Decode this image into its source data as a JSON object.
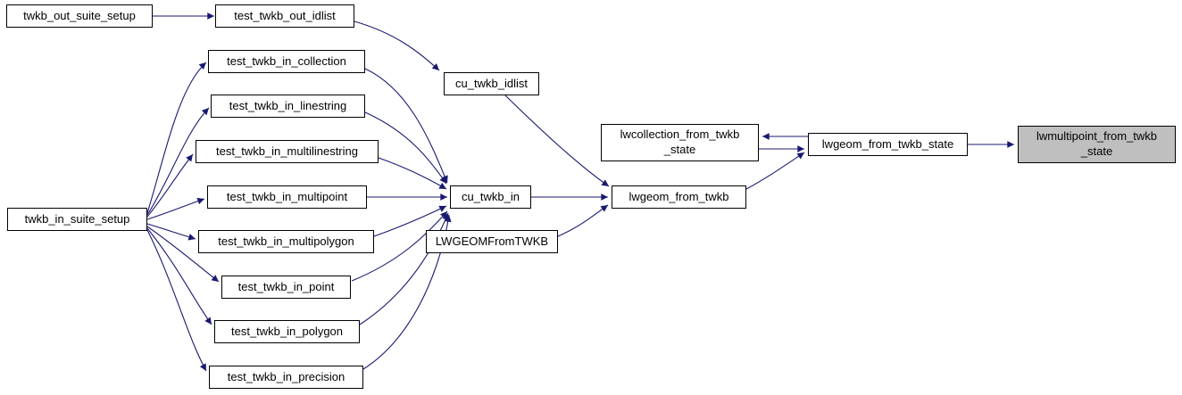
{
  "diagram": {
    "type": "call-graph",
    "colors": {
      "background": "#ffffff",
      "edge": "#191970",
      "node_border": "#000000",
      "node_fill": "#ffffff",
      "highlight_fill": "#bfbfbf",
      "text": "#000000"
    },
    "nodes": [
      {
        "id": "twkb_out_suite_setup",
        "label": "twkb_out_suite_setup",
        "highlighted": false
      },
      {
        "id": "test_twkb_out_idlist",
        "label": "test_twkb_out_idlist",
        "highlighted": false
      },
      {
        "id": "test_twkb_in_collection",
        "label": "test_twkb_in_collection",
        "highlighted": false
      },
      {
        "id": "test_twkb_in_linestring",
        "label": "test_twkb_in_linestring",
        "highlighted": false
      },
      {
        "id": "test_twkb_in_multilinestring",
        "label": "test_twkb_in_multilinestring",
        "highlighted": false
      },
      {
        "id": "test_twkb_in_multipoint",
        "label": "test_twkb_in_multipoint",
        "highlighted": false
      },
      {
        "id": "twkb_in_suite_setup",
        "label": "twkb_in_suite_setup",
        "highlighted": false
      },
      {
        "id": "test_twkb_in_multipolygon",
        "label": "test_twkb_in_multipolygon",
        "highlighted": false
      },
      {
        "id": "test_twkb_in_point",
        "label": "test_twkb_in_point",
        "highlighted": false
      },
      {
        "id": "test_twkb_in_polygon",
        "label": "test_twkb_in_polygon",
        "highlighted": false
      },
      {
        "id": "test_twkb_in_precision",
        "label": "test_twkb_in_precision",
        "highlighted": false
      },
      {
        "id": "cu_twkb_idlist",
        "label": "cu_twkb_idlist",
        "highlighted": false
      },
      {
        "id": "cu_twkb_in",
        "label": "cu_twkb_in",
        "highlighted": false
      },
      {
        "id": "LWGEOMFromTWKB",
        "label": "LWGEOMFromTWKB",
        "highlighted": false
      },
      {
        "id": "lwcollection_from_twkb_state",
        "label": "lwcollection_from_twkb\n_state",
        "highlighted": false
      },
      {
        "id": "lwgeom_from_twkb",
        "label": "lwgeom_from_twkb",
        "highlighted": false
      },
      {
        "id": "lwgeom_from_twkb_state",
        "label": "lwgeom_from_twkb_state",
        "highlighted": false
      },
      {
        "id": "lwmultipoint_from_twkb_state",
        "label": "lwmultipoint_from_twkb\n_state",
        "highlighted": true
      }
    ],
    "edges": [
      {
        "from": "twkb_out_suite_setup",
        "to": "test_twkb_out_idlist"
      },
      {
        "from": "test_twkb_out_idlist",
        "to": "cu_twkb_idlist"
      },
      {
        "from": "cu_twkb_idlist",
        "to": "lwgeom_from_twkb"
      },
      {
        "from": "twkb_in_suite_setup",
        "to": "test_twkb_in_collection"
      },
      {
        "from": "twkb_in_suite_setup",
        "to": "test_twkb_in_linestring"
      },
      {
        "from": "twkb_in_suite_setup",
        "to": "test_twkb_in_multilinestring"
      },
      {
        "from": "twkb_in_suite_setup",
        "to": "test_twkb_in_multipoint"
      },
      {
        "from": "twkb_in_suite_setup",
        "to": "test_twkb_in_multipolygon"
      },
      {
        "from": "twkb_in_suite_setup",
        "to": "test_twkb_in_point"
      },
      {
        "from": "twkb_in_suite_setup",
        "to": "test_twkb_in_polygon"
      },
      {
        "from": "twkb_in_suite_setup",
        "to": "test_twkb_in_precision"
      },
      {
        "from": "test_twkb_in_collection",
        "to": "cu_twkb_in"
      },
      {
        "from": "test_twkb_in_linestring",
        "to": "cu_twkb_in"
      },
      {
        "from": "test_twkb_in_multilinestring",
        "to": "cu_twkb_in"
      },
      {
        "from": "test_twkb_in_multipoint",
        "to": "cu_twkb_in"
      },
      {
        "from": "test_twkb_in_multipolygon",
        "to": "cu_twkb_in"
      },
      {
        "from": "test_twkb_in_point",
        "to": "cu_twkb_in"
      },
      {
        "from": "test_twkb_in_polygon",
        "to": "cu_twkb_in"
      },
      {
        "from": "test_twkb_in_precision",
        "to": "cu_twkb_in"
      },
      {
        "from": "cu_twkb_in",
        "to": "lwgeom_from_twkb"
      },
      {
        "from": "LWGEOMFromTWKB",
        "to": "lwgeom_from_twkb"
      },
      {
        "from": "lwgeom_from_twkb",
        "to": "lwgeom_from_twkb_state"
      },
      {
        "from": "lwgeom_from_twkb_state",
        "to": "lwcollection_from_twkb_state"
      },
      {
        "from": "lwcollection_from_twkb_state",
        "to": "lwgeom_from_twkb_state"
      },
      {
        "from": "lwgeom_from_twkb_state",
        "to": "lwmultipoint_from_twkb_state"
      }
    ]
  }
}
